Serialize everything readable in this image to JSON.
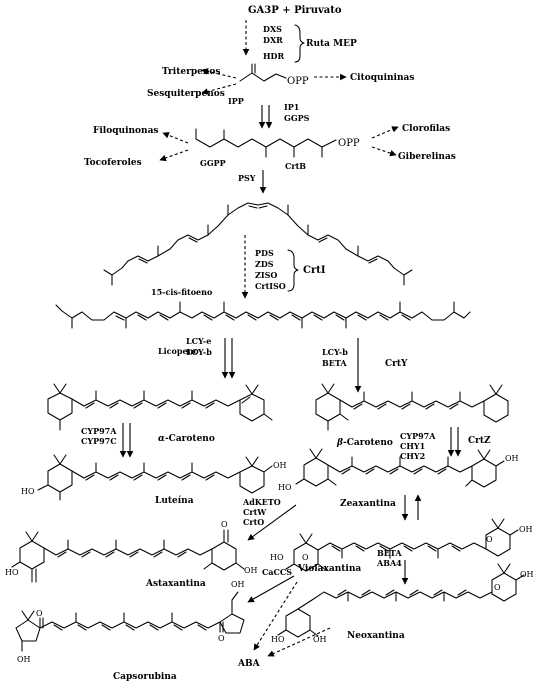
{
  "title": "GA3P + Piruvato",
  "mep": {
    "enzymes": [
      "DXS",
      "DXR",
      "HDR"
    ],
    "pathway": "Ruta MEP"
  },
  "ipp": {
    "label": "IPP",
    "group": "OPP",
    "enzymes": [
      "IP1",
      "GGPS"
    ],
    "products": [
      "Triterpenos",
      "Sesquiterpenos",
      "Citoquininas"
    ]
  },
  "ggpp": {
    "label": "GGPP",
    "group": "OPP",
    "crtb": "CrtB",
    "products": [
      "Filoquinonas",
      "Tocoferoles",
      "Clorofilas",
      "Giberelinas"
    ]
  },
  "psy": "PSY",
  "phytoene": {
    "label": "15-cis-fitoeno",
    "enzymes": [
      "PDS",
      "ZDS",
      "ZISO",
      "CrtISO"
    ],
    "crt": "CrtI"
  },
  "lycopene": "Licopeno",
  "lcy_left": [
    "LCY-e",
    "LCY-b"
  ],
  "lcy_right": [
    "LCY-b",
    "BETA"
  ],
  "crty": "CrtY",
  "alpha": {
    "enzymes": [
      "CYP97A",
      "CYP97C"
    ],
    "greek": "α",
    "suffix": "-Caroteno"
  },
  "beta": {
    "greek": "β",
    "suffix": "-Caroteno",
    "enzymes": [
      "CYP97A",
      "CHY1",
      "CHY2"
    ],
    "crtz": "CrtZ"
  },
  "luteina": "Luteína",
  "zeaxantina": "Zeaxantina",
  "asta_enzymes": [
    "AdKETO",
    "CrtW",
    "CrtO"
  ],
  "astaxantina": "Astaxantina",
  "violaxantina": "Violaxantina",
  "neo_enzymes": [
    "BETA",
    "ABA4"
  ],
  "neoxantina": "Neoxantina",
  "caccs": "CaCCS",
  "capsorubina": "Capsorubina",
  "aba": "ABA",
  "atoms": {
    "oh": "OH",
    "ho": "HO",
    "o": "O"
  }
}
